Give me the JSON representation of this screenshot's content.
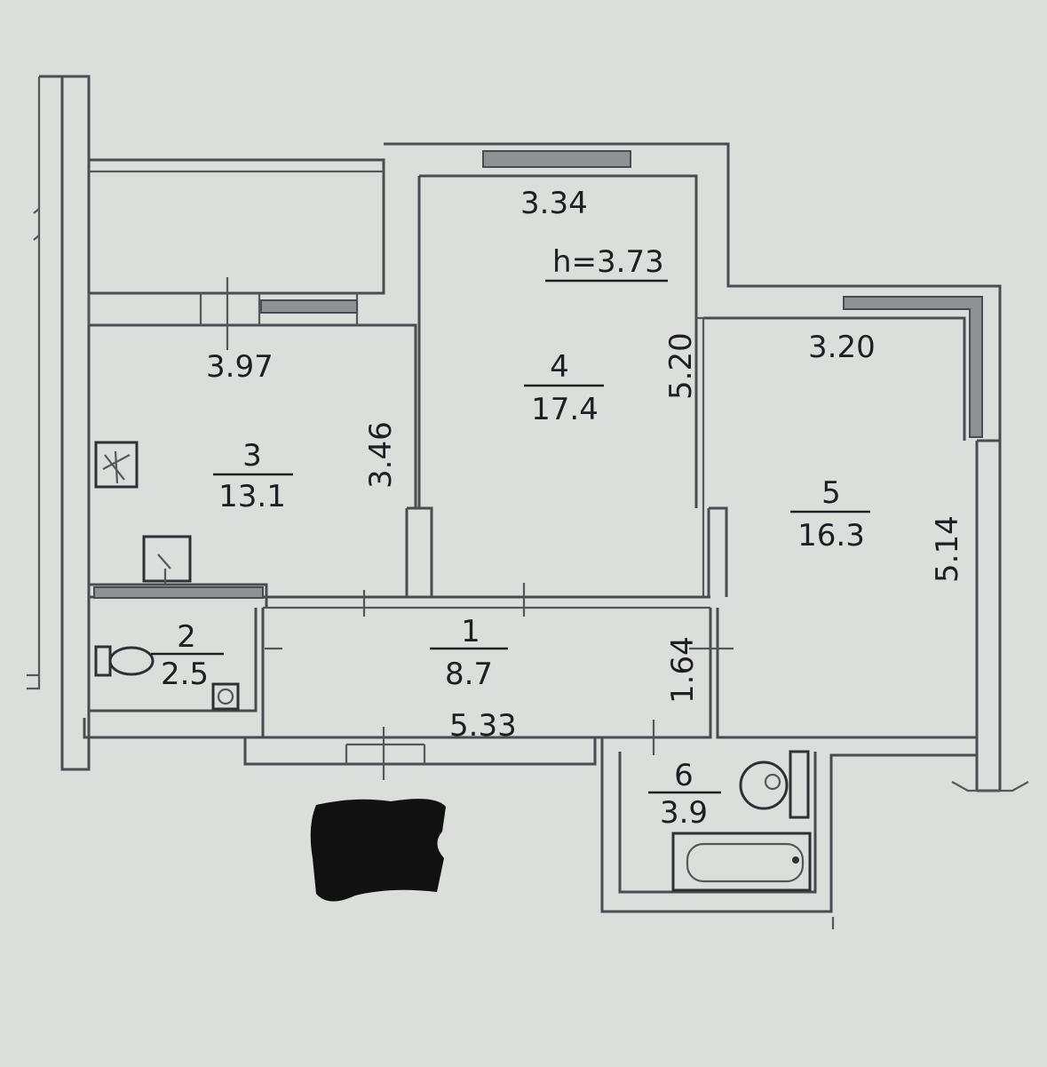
{
  "plan": {
    "ceiling_height": "h=3.73",
    "rooms": [
      {
        "id": "room-1",
        "number": "1",
        "area": "8.7"
      },
      {
        "id": "room-2",
        "number": "2",
        "area": "2.5"
      },
      {
        "id": "room-3",
        "number": "3",
        "area": "13.1"
      },
      {
        "id": "room-4",
        "number": "4",
        "area": "17.4"
      },
      {
        "id": "room-5",
        "number": "5",
        "area": "16.3"
      },
      {
        "id": "room-6",
        "number": "6",
        "area": "3.9"
      }
    ],
    "dimensions": {
      "room3_width": "3.97",
      "room3_depth": "3.46",
      "room4_width": "3.34",
      "room4_depth": "5.20",
      "room5_width": "3.20",
      "room5_depth": "5.14",
      "hall_length": "5.33",
      "hall_depth": "1.64"
    },
    "colors": {
      "wall": "#4a4c50",
      "paper": "#dcdedb",
      "redaction": "#111111"
    }
  }
}
